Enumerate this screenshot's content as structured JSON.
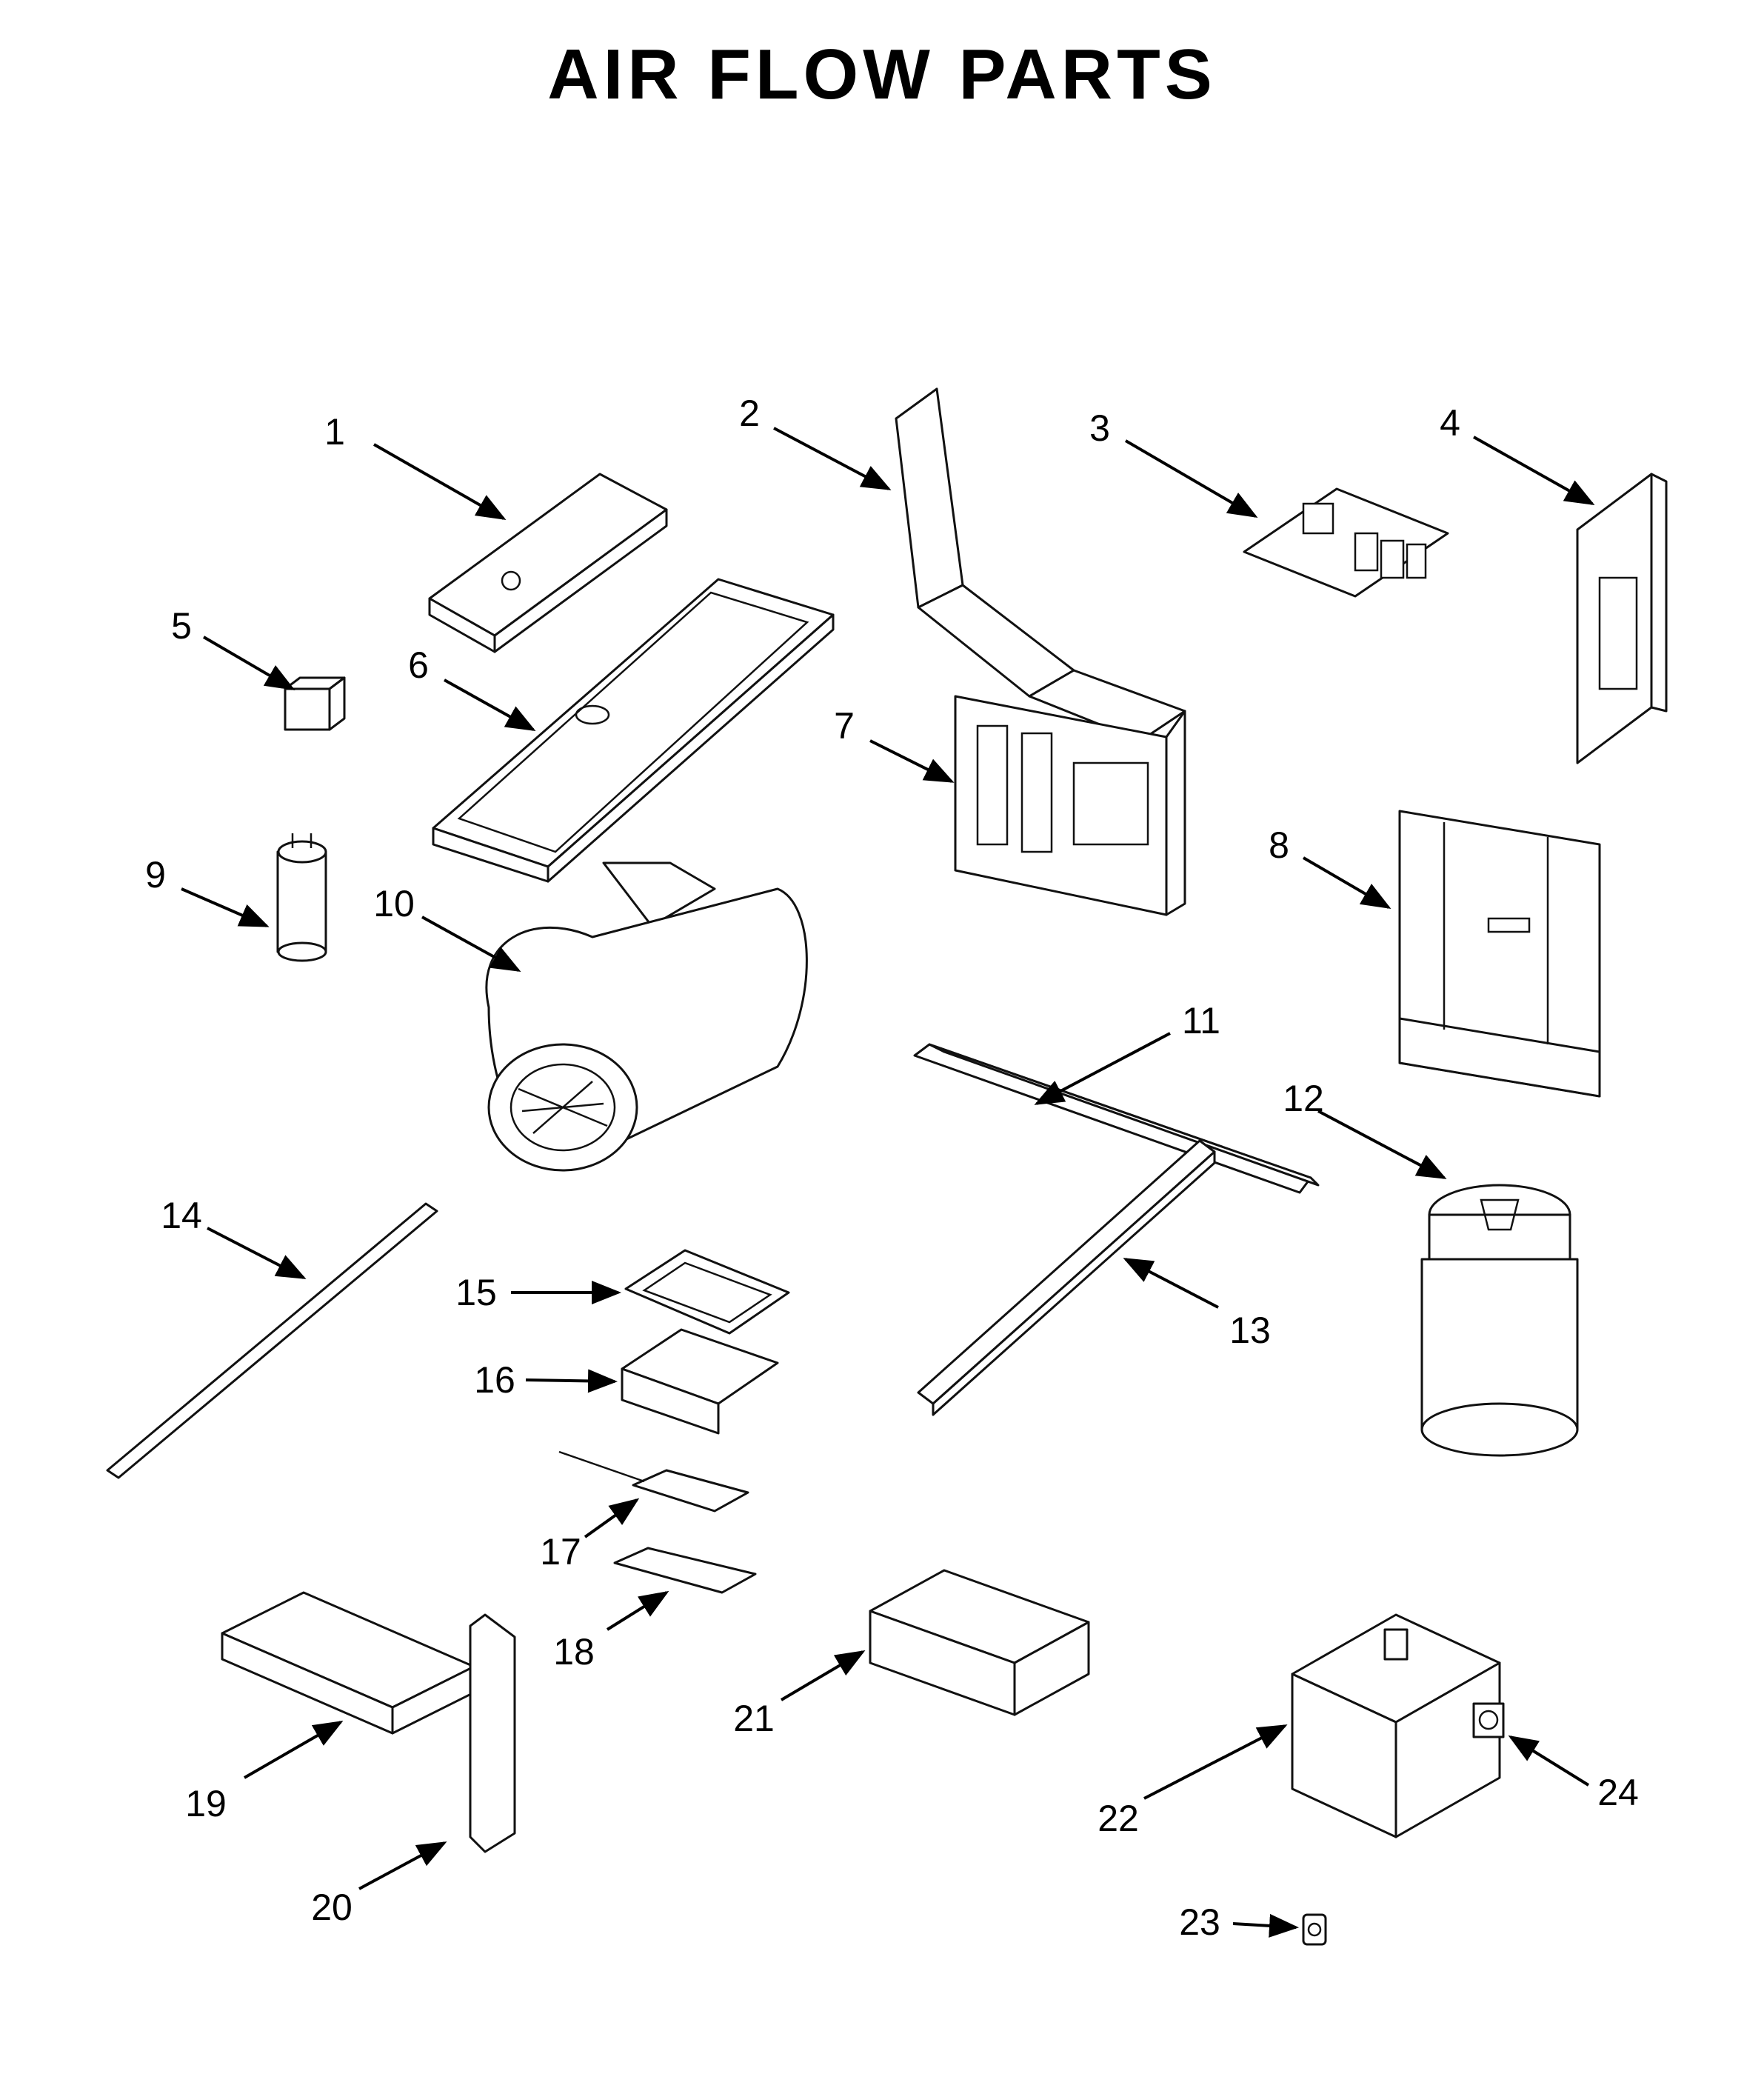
{
  "title": "AIR FLOW PARTS",
  "callouts": [
    "1",
    "2",
    "3",
    "4",
    "5",
    "6",
    "7",
    "8",
    "9",
    "10",
    "11",
    "12",
    "13",
    "14",
    "15",
    "16",
    "17",
    "18",
    "19",
    "20",
    "21",
    "22",
    "23",
    "24"
  ],
  "colors": {
    "ink": "#000000",
    "background": "#ffffff"
  }
}
